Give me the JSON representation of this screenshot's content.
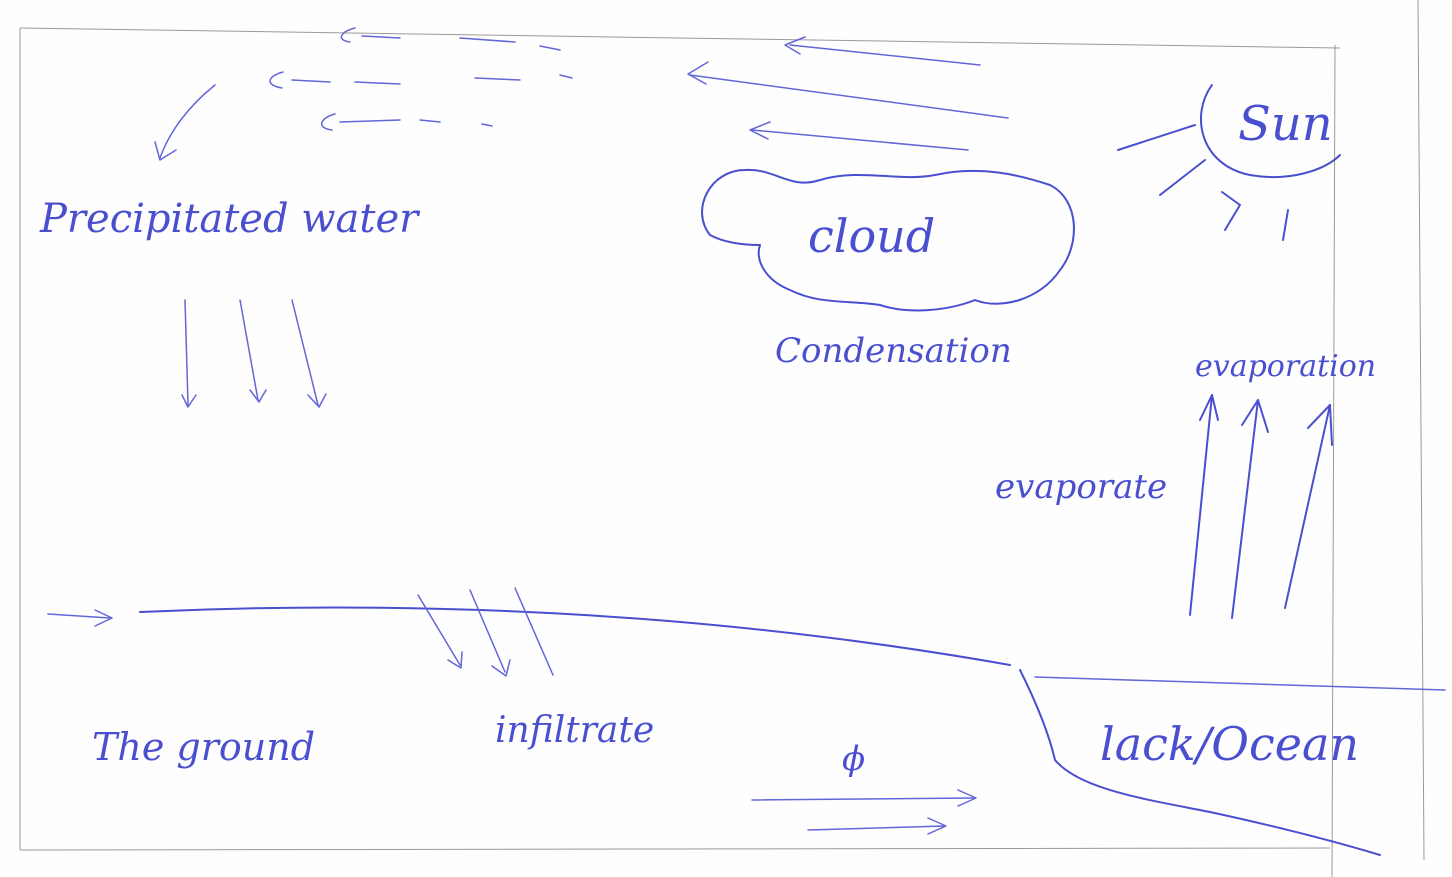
{
  "diagram": {
    "labels": {
      "sun": "Sun",
      "cloud": "cloud",
      "condensation": "Condensation",
      "evaporation": "evaporation",
      "evaporate": "evaporate",
      "precipitated_water": "Precipitated water",
      "ground": "The ground",
      "infiltrate": "infiltrate",
      "lake_ocean": "lack/Ocean",
      "mark": "ϕ"
    },
    "ink_color": "#4a4fd0"
  }
}
